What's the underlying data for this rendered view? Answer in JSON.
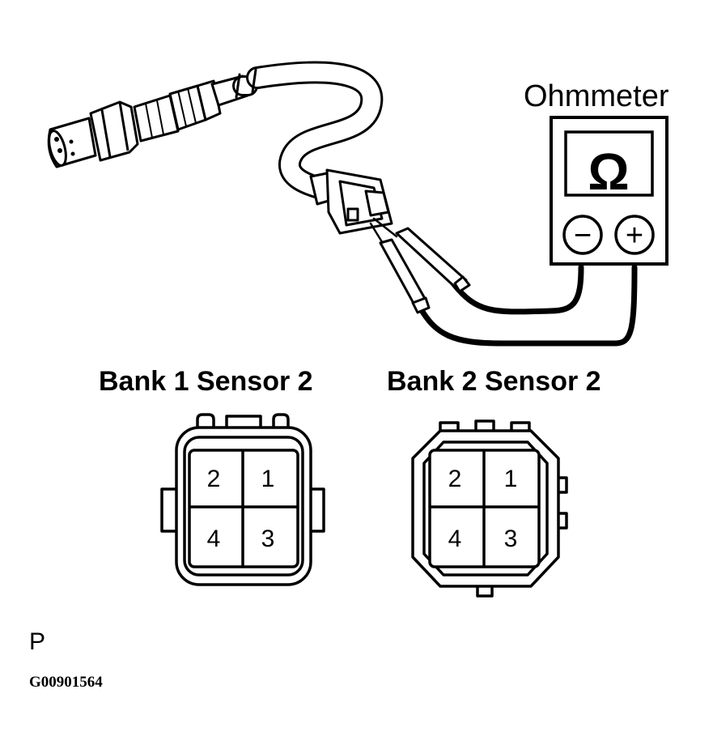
{
  "meter": {
    "label": "Ohmmeter",
    "symbol": "Ω",
    "minus": "−",
    "plus": "+"
  },
  "connectors": [
    {
      "caption": "Bank 1 Sensor 2",
      "pins": [
        "2",
        "1",
        "4",
        "3"
      ]
    },
    {
      "caption": "Bank 2 Sensor 2",
      "pins": [
        "2",
        "1",
        "4",
        "3"
      ]
    }
  ],
  "footer": {
    "letter": "P",
    "figure_code": "G00901564"
  }
}
